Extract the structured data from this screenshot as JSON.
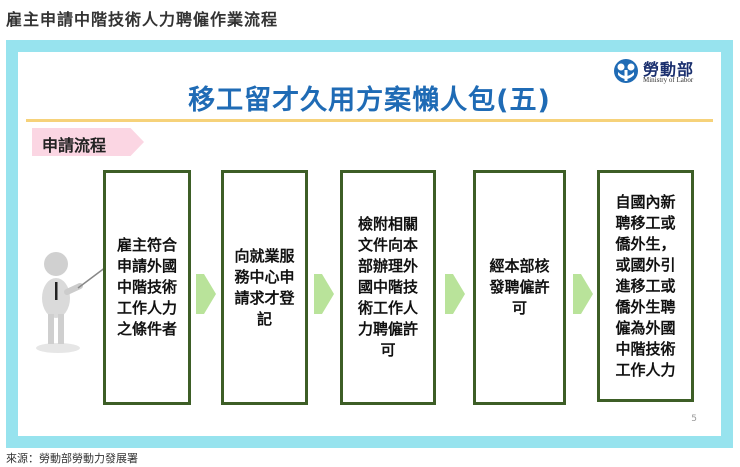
{
  "page": {
    "title": "雇主申請中階技術人力聘僱作業流程",
    "source": "來源：勞動部勞動力發展署"
  },
  "slide": {
    "title": "移工留才久用方案懶人包(五)",
    "logo": {
      "icon": "ministry-of-labor-logo-icon",
      "name_cn": "勞動部",
      "name_en": "Ministry of Labor"
    },
    "section_tag": "申請流程",
    "page_number": "5",
    "colors": {
      "frame": "#97e3ee",
      "title": "#1f6bb5",
      "underline": "#f6d27a",
      "tag_bg": "#fbd6e3",
      "box_border": "#3d5e26",
      "arrow": "#b9e39a"
    },
    "steps": [
      {
        "text": "雇主符合申請外國中階技術工作人力之條件者"
      },
      {
        "text": "向就業服務中心申請求才登記"
      },
      {
        "text": "檢附相關文件向本部辦理外國中階技術工作人力聘僱許可"
      },
      {
        "text": "經本部核發聘僱許可"
      },
      {
        "text": "自國內新聘移工或僑外生，或國外引進移工或僑外生聘僱為外國中階技術工作人力"
      }
    ]
  }
}
